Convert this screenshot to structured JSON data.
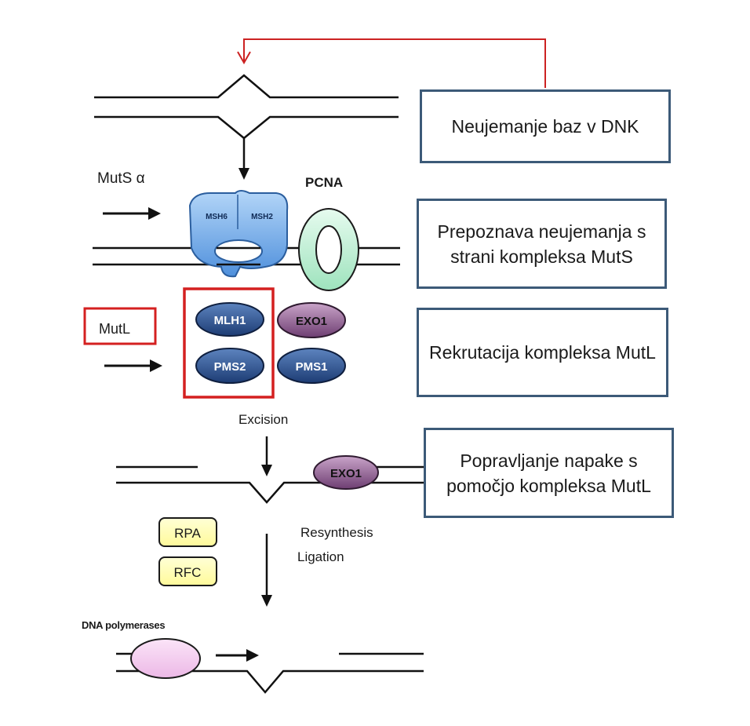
{
  "diagram": {
    "steps": [
      "Neujemanje baz v DNK",
      "Prepoznava neujemanja s strani kompleksa MutS",
      "Rekrutacija kompleksa MutL",
      "Popravljanje napake s pomočjo kompleksa MutL"
    ],
    "labels": {
      "muts_alpha": "MutS α",
      "pcna": "PCNA",
      "mutl": "MutL",
      "excision": "Excision",
      "resynthesis": "Resynthesis",
      "ligation": "Ligation",
      "dna_polymerases": "DNA polymerases"
    },
    "proteins": {
      "msh6": "MSH6",
      "msh2": "MSH2",
      "mlh1": "MLH1",
      "exo1": "EXO1",
      "pms2": "PMS2",
      "pms1": "PMS1",
      "exo1_repair": "EXO1",
      "rpa": "RPA",
      "rfc": "RFC"
    },
    "colors": {
      "box_border": "#3c5a78",
      "feedback_arrow": "#cc2222",
      "mutl_highlight": "#d42020",
      "msh_complex": "#6fa9e6",
      "pcna_ring": "#b8f0d0",
      "mutl_proteins": "#2a4f8c",
      "exo1": "#8a5a8c",
      "rpa_rfc_fill": "#ffffb0",
      "polymerase": "#f2c6ee"
    }
  }
}
